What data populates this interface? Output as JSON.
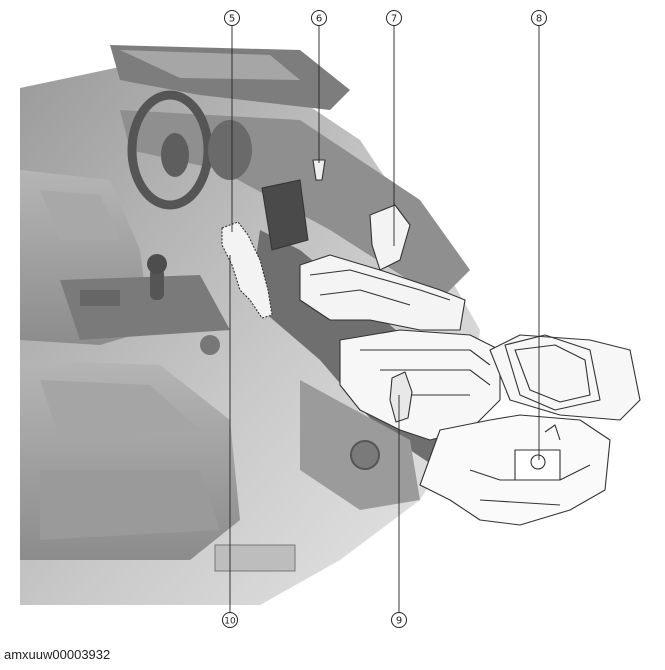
{
  "callouts": {
    "c5": "5",
    "c6": "6",
    "c7": "7",
    "c8": "8",
    "c9": "9",
    "c10": "10"
  },
  "caption": "amxuuw00003932"
}
